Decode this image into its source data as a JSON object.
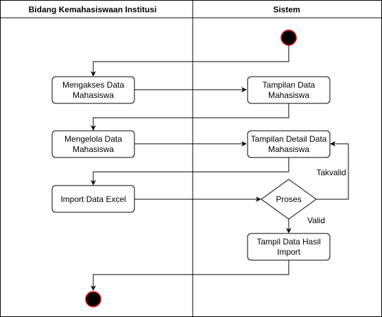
{
  "lanes": [
    {
      "title": "Bidang Kemahasiswaan Institusi"
    },
    {
      "title": "Sistem"
    }
  ],
  "nodes": {
    "akses": [
      "Mengakses Data",
      "Mahasiswa"
    ],
    "tampilan": [
      "Tampilan Data",
      "Mahasiswa"
    ],
    "kelola": [
      "Mengelola Data",
      "Mahasiswa"
    ],
    "detail": [
      "Tampilan Detail Data",
      "Mahasiswa"
    ],
    "import": [
      "Import Data Excel"
    ],
    "proses": [
      "Proses"
    ],
    "hasil": [
      "Tampil Data Hasil",
      "Import"
    ]
  },
  "edge_labels": {
    "takvalid": "Takvalid",
    "valid": "Valid"
  },
  "colors": {
    "node_fill": "#000000",
    "node_stroke": "#ff0000",
    "line": "#000000"
  }
}
